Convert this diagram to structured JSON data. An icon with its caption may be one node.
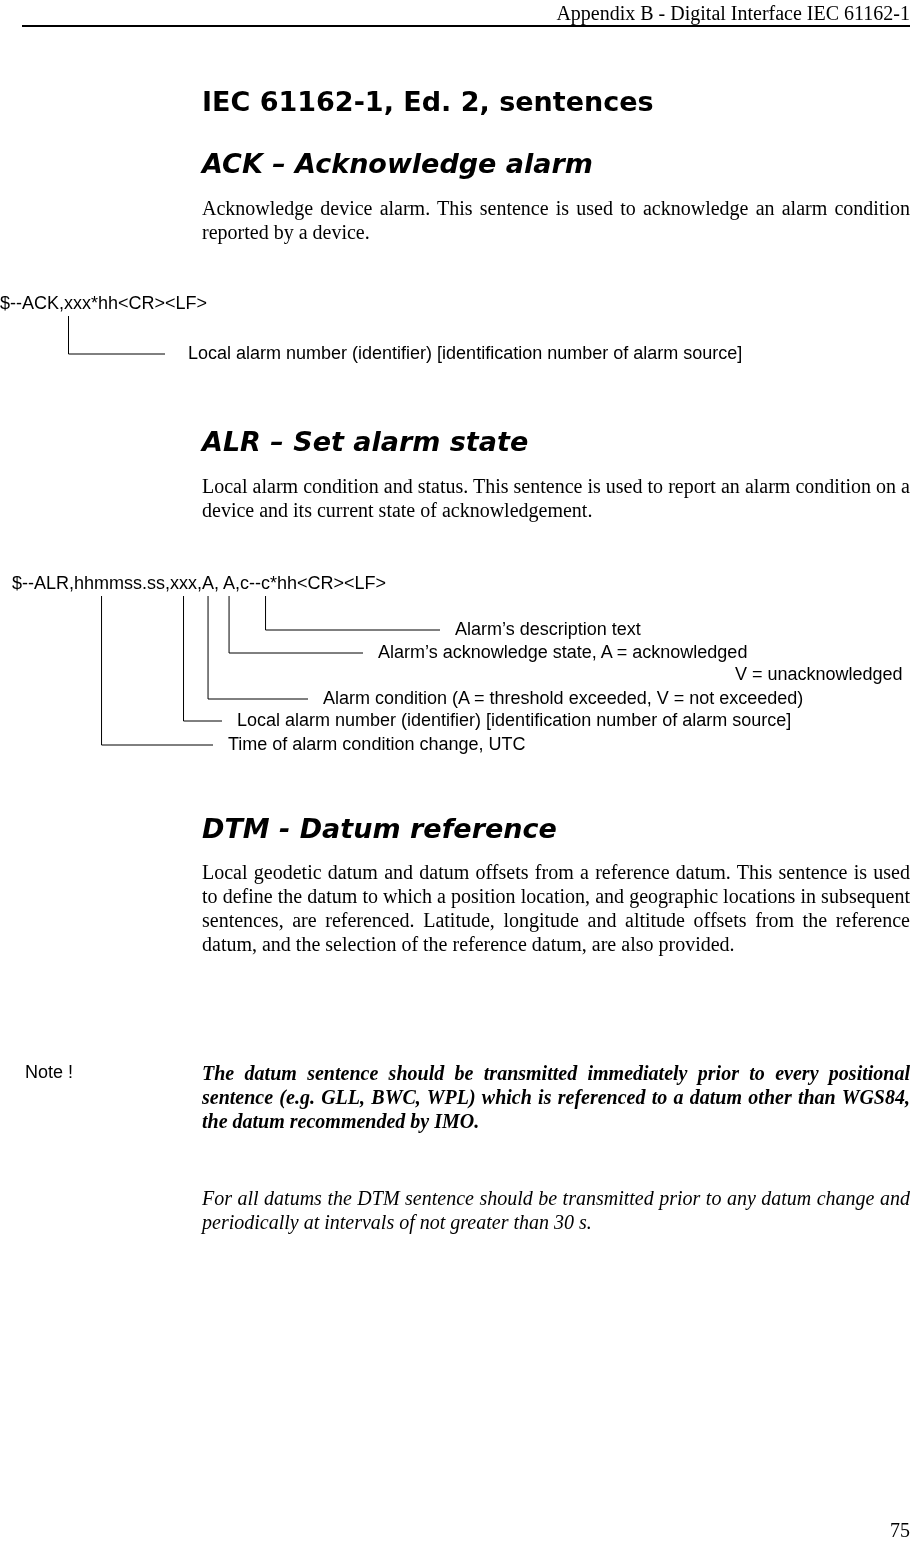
{
  "diagram": {
    "title": "IEC 61162-1, Ed. 2, sentences",
    "nodes": [
      {
        "text": [
          "$--ACK,xxx*hh<CR><LF>"
        ]
      },
      {
        "text": [
          "Local alarm number (identifier) [identification number of alarm source]"
        ]
      },
      {
        "text": [
          "$--ALR,hhmmss.ss,xxx,A, A,c--c*hh<CR><LF>"
        ]
      },
      {
        "text": [
          "Alarm’s description text"
        ]
      },
      {
        "text": [
          "Alarm’s acknowledge state, A = acknowledged",
          "V = unacknowledged"
        ]
      },
      {
        "text": [
          "Alarm condition (A = threshold exceeded, V = not exceeded)"
        ]
      },
      {
        "text": [
          "Local alarm number (identifier) [identification number of alarm source]"
        ]
      },
      {
        "text": [
          "Time of alarm condition change, UTC"
        ]
      }
    ],
    "edges": [
      {
        "from": 1,
        "to": 0,
        "arrow": "none"
      },
      {
        "from": 3,
        "to": 2,
        "arrow": "none"
      },
      {
        "from": 4,
        "to": 2,
        "arrow": "none"
      },
      {
        "from": 5,
        "to": 2,
        "arrow": "none"
      },
      {
        "from": 6,
        "to": 2,
        "arrow": "none"
      },
      {
        "from": 7,
        "to": 2,
        "arrow": "none"
      }
    ],
    "labels": [
      "Appendix B - Digital Interface IEC 61162-1",
      "ACK – Acknowledge alarm",
      "Acknowledge device alarm. This sentence is used to acknowledge an alarm condition reported by a device.",
      "ALR – Set alarm state",
      "Local alarm condition and status. This sentence is used to report an alarm condition on a device and its current state of acknowledgement.",
      "DTM - Datum reference",
      "Local geodetic datum and datum offsets from a reference datum. This sentence is used to define the datum to which a position location, and geographic locations in subsequent sentences, are referenced. Latitude, longitude and altitude offsets from the reference datum, and the selection of the reference datum, are also provided.",
      "Note !",
      "The datum sentence should be transmitted immediately prior to every positional sentence (e.g. GLL, BWC, WPL) which is referenced to a datum other than WGS84, the datum recommended by IMO.",
      "For all datums the DTM sentence should be transmitted prior to any datum change and periodically at intervals of not greater than 30 s.",
      "75"
    ]
  }
}
